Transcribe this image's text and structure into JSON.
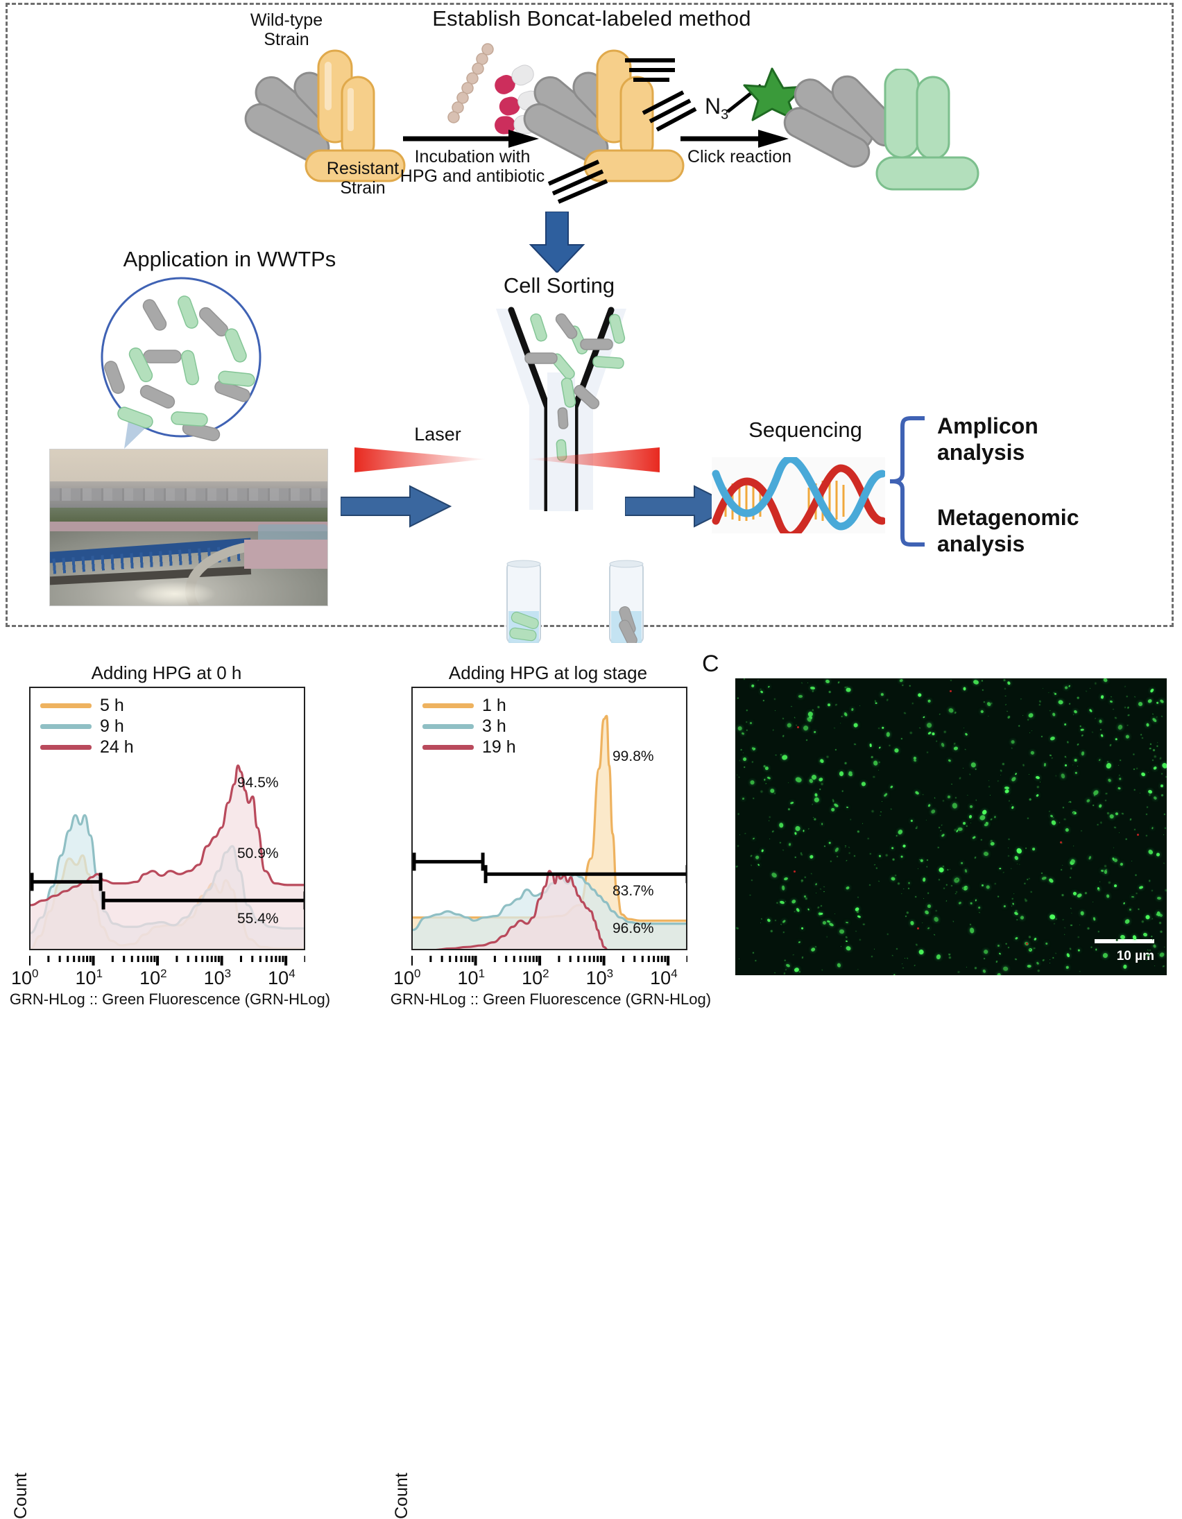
{
  "schematic": {
    "title": "Establish Boncat-labeled method",
    "labels": {
      "wild_type": "Wild-type\nStrain",
      "wild_type_l1": "Wild-type",
      "wild_type_l2": "Strain",
      "resistant_l1": "Resistant",
      "resistant_l2": "Strain",
      "incubation_l1": "Incubation with",
      "incubation_l2": "HPG and antibiotic",
      "azide": "N",
      "azide_sub": "3",
      "click": "Click reaction",
      "application": "Application in WWTPs",
      "cell_sorting": "Cell Sorting",
      "laser": "Laser",
      "sequencing": "Sequencing",
      "amplicon_l1": "Amplicon",
      "amplicon_l2": "analysis",
      "metagenomic_l1": "Metagenomic",
      "metagenomic_l2": "analysis"
    },
    "colors": {
      "bacteria_grey": "#a8a8a8",
      "bacteria_yellow": "#f6cf8a",
      "bacteria_green": "#b3dfbc",
      "arrow_blue": "#2e5f9e",
      "star_green": "#3a9a3a",
      "laser_red": "#e8291f",
      "dna_red": "#cf2b24",
      "dna_blue": "#49a9d8",
      "dna_rung": "#f0a83c",
      "bracket_blue": "#3f62b4",
      "capsule_pink": "#cc2e5c",
      "funnel_fill": "#eef2f8"
    }
  },
  "panelC": {
    "label": "C",
    "scale_bar_text": "10 µm"
  },
  "chart_data": [
    {
      "type": "line",
      "panel": "left",
      "title": "Adding HPG at 0 h",
      "xlabel": "GRN-HLog :: Green Fluorescence (GRN-HLog)",
      "ylabel": "Count",
      "x_scale": "log",
      "xlim": [
        1,
        20000
      ],
      "xticks": [
        "10⁰",
        "10¹",
        "10²",
        "10³",
        "10⁴"
      ],
      "xtick_values": [
        1,
        10,
        100,
        1000,
        10000
      ],
      "grid": false,
      "legend_position": "top-left",
      "series": [
        {
          "name": "5 h",
          "color": "#eeb25f",
          "fill": "#f7dcb4",
          "points": [
            [
              1,
              2
            ],
            [
              1.4,
              10
            ],
            [
              2,
              26
            ],
            [
              2.8,
              44
            ],
            [
              4,
              60
            ],
            [
              5.2,
              56
            ],
            [
              6.5,
              62
            ],
            [
              8,
              50
            ],
            [
              10,
              33
            ],
            [
              13,
              16
            ],
            [
              18,
              7
            ],
            [
              26,
              4
            ],
            [
              40,
              5
            ],
            [
              60,
              11
            ],
            [
              90,
              16
            ],
            [
              140,
              17
            ],
            [
              210,
              17
            ],
            [
              320,
              22
            ],
            [
              480,
              36
            ],
            [
              700,
              44
            ],
            [
              900,
              38
            ],
            [
              1100,
              46
            ],
            [
              1400,
              40
            ],
            [
              1800,
              22
            ],
            [
              2600,
              8
            ],
            [
              4000,
              3
            ],
            [
              7000,
              2
            ],
            [
              12000,
              2
            ],
            [
              20000,
              2
            ]
          ]
        },
        {
          "name": "9 h",
          "color": "#8fbfc4",
          "fill": "#d5eaef",
          "points": [
            [
              1,
              12
            ],
            [
              1.5,
              22
            ],
            [
              2.2,
              42
            ],
            [
              3,
              62
            ],
            [
              4,
              78
            ],
            [
              5,
              88
            ],
            [
              6,
              82
            ],
            [
              7,
              88
            ],
            [
              8.5,
              75
            ],
            [
              11,
              48
            ],
            [
              14,
              26
            ],
            [
              20,
              18
            ],
            [
              30,
              16
            ],
            [
              45,
              16
            ],
            [
              70,
              18
            ],
            [
              110,
              19
            ],
            [
              170,
              17
            ],
            [
              260,
              22
            ],
            [
              400,
              30
            ],
            [
              600,
              40
            ],
            [
              850,
              52
            ],
            [
              1100,
              64
            ],
            [
              1400,
              68
            ],
            [
              1800,
              52
            ],
            [
              2400,
              30
            ],
            [
              3500,
              20
            ],
            [
              5500,
              16
            ],
            [
              9000,
              15
            ],
            [
              20000,
              15
            ]
          ]
        },
        {
          "name": "24 h",
          "color": "#b94a5c",
          "fill": "#f4dfe2",
          "points": [
            [
              1,
              30
            ],
            [
              1.6,
              33
            ],
            [
              2.4,
              36
            ],
            [
              3.5,
              39
            ],
            [
              5,
              42
            ],
            [
              7,
              45
            ],
            [
              9,
              48
            ],
            [
              11,
              50
            ],
            [
              14,
              46
            ],
            [
              20,
              44
            ],
            [
              30,
              44
            ],
            [
              45,
              45
            ],
            [
              60,
              50
            ],
            [
              80,
              52
            ],
            [
              110,
              49
            ],
            [
              150,
              52
            ],
            [
              210,
              50
            ],
            [
              300,
              52
            ],
            [
              420,
              56
            ],
            [
              560,
              68
            ],
            [
              750,
              74
            ],
            [
              950,
              80
            ],
            [
              1200,
              96
            ],
            [
              1500,
              108
            ],
            [
              1700,
              120
            ],
            [
              1900,
              116
            ],
            [
              2200,
              104
            ],
            [
              2500,
              96
            ],
            [
              2900,
              100
            ],
            [
              3400,
              80
            ],
            [
              4500,
              52
            ],
            [
              6500,
              44
            ],
            [
              10000,
              43
            ],
            [
              20000,
              43
            ]
          ]
        }
      ],
      "annotations": [
        {
          "text": "94.5%",
          "x": 2600,
          "y": 108
        },
        {
          "text": "50.9%",
          "x": 2600,
          "y": 62
        },
        {
          "text": "55.4%",
          "x": 2600,
          "y": 20
        }
      ],
      "gates": [
        {
          "from": 1,
          "to": 13,
          "level": 45
        },
        {
          "from": 13,
          "to": 20000,
          "level": 33
        }
      ]
    },
    {
      "type": "line",
      "panel": "right",
      "title": "Adding HPG at log stage",
      "xlabel": "GRN-HLog :: Green Fluorescence (GRN-HLog)",
      "ylabel": "Count",
      "x_scale": "log",
      "xlim": [
        1,
        20000
      ],
      "xticks": [
        "10⁰",
        "10¹",
        "10²",
        "10³",
        "10⁴"
      ],
      "xtick_values": [
        1,
        10,
        100,
        1000,
        10000
      ],
      "grid": false,
      "legend_position": "top-left",
      "series": [
        {
          "name": "1 h",
          "color": "#eeb25f",
          "fill": "#fae0b6",
          "points": [
            [
              1,
              22
            ],
            [
              3,
              22
            ],
            [
              10,
              22
            ],
            [
              30,
              22
            ],
            [
              100,
              22
            ],
            [
              200,
              23
            ],
            [
              400,
              30
            ],
            [
              600,
              60
            ],
            [
              800,
              118
            ],
            [
              950,
              150
            ],
            [
              1050,
              152
            ],
            [
              1150,
              120
            ],
            [
              1300,
              76
            ],
            [
              1500,
              40
            ],
            [
              1800,
              24
            ],
            [
              2300,
              21
            ],
            [
              3500,
              20
            ],
            [
              6000,
              20
            ],
            [
              20000,
              20
            ]
          ]
        },
        {
          "name": "3 h",
          "color": "#8fbfc4",
          "fill": "#d7eaee",
          "points": [
            [
              1,
              14
            ],
            [
              1.6,
              22
            ],
            [
              2.5,
              24
            ],
            [
              3.5,
              26
            ],
            [
              5,
              24
            ],
            [
              7,
              22
            ],
            [
              9,
              20
            ],
            [
              13,
              22
            ],
            [
              20,
              23
            ],
            [
              30,
              30
            ],
            [
              45,
              34
            ],
            [
              60,
              40
            ],
            [
              80,
              36
            ],
            [
              110,
              38
            ],
            [
              150,
              44
            ],
            [
              200,
              48
            ],
            [
              260,
              44
            ],
            [
              330,
              50
            ],
            [
              420,
              48
            ],
            [
              520,
              44
            ],
            [
              650,
              40
            ],
            [
              800,
              36
            ],
            [
              1000,
              32
            ],
            [
              1300,
              26
            ],
            [
              1700,
              22
            ],
            [
              2400,
              19
            ],
            [
              3500,
              18
            ],
            [
              6000,
              18
            ],
            [
              20000,
              18
            ]
          ]
        },
        {
          "name": "19 h",
          "color": "#b94a5c",
          "fill": "#f2dde0",
          "points": [
            [
              1,
              1
            ],
            [
              2,
              1
            ],
            [
              4,
              2
            ],
            [
              7,
              3
            ],
            [
              12,
              4
            ],
            [
              18,
              6
            ],
            [
              26,
              10
            ],
            [
              36,
              16
            ],
            [
              48,
              20
            ],
            [
              60,
              18
            ],
            [
              75,
              22
            ],
            [
              95,
              34
            ],
            [
              115,
              42
            ],
            [
              135,
              52
            ],
            [
              150,
              50
            ],
            [
              165,
              44
            ],
            [
              180,
              50
            ],
            [
              200,
              47
            ],
            [
              230,
              49
            ],
            [
              260,
              45
            ],
            [
              290,
              48
            ],
            [
              330,
              42
            ],
            [
              380,
              36
            ],
            [
              440,
              32
            ],
            [
              520,
              28
            ],
            [
              600,
              26
            ],
            [
              680,
              20
            ],
            [
              760,
              14
            ],
            [
              850,
              8
            ],
            [
              950,
              3
            ],
            [
              1100,
              1
            ],
            [
              1400,
              1
            ],
            [
              2500,
              1
            ],
            [
              20000,
              1
            ]
          ]
        }
      ],
      "annotations": [
        {
          "text": "99.8%",
          "x": 2000,
          "y": 125
        },
        {
          "text": "83.7%",
          "x": 2000,
          "y": 38
        },
        {
          "text": "96.6%",
          "x": 2000,
          "y": 14
        }
      ],
      "gates": [
        {
          "from": 1,
          "to": 13,
          "level": 58
        },
        {
          "from": 13,
          "to": 20000,
          "level": 50
        }
      ]
    }
  ]
}
